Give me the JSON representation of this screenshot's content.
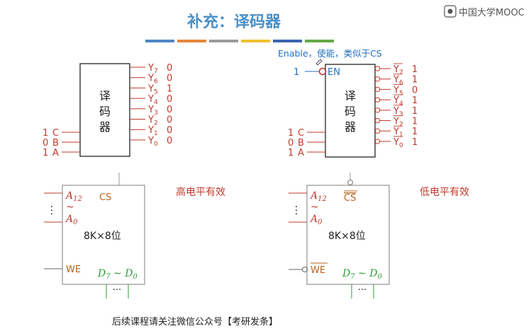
{
  "title": "补充：译码器",
  "watermark": "中国大学MOOC",
  "footer": "后续课程请关注微信公众号【考研发条】",
  "colors": {
    "title": "#4a90c8",
    "red": "#c0392b",
    "blue": "#1e6fc0",
    "green": "#2e9b3a",
    "brown": "#b5651d",
    "stripes": [
      "#4d86c6",
      "#e5873a",
      "#9a9a9a",
      "#f0c030",
      "#3b64b0",
      "#63a844"
    ]
  },
  "left_decoder": {
    "box_label": [
      "译",
      "码",
      "器"
    ],
    "inputs": [
      {
        "name": "C",
        "value": "1"
      },
      {
        "name": "B",
        "value": "0"
      },
      {
        "name": "A",
        "value": "1"
      }
    ],
    "outputs": [
      {
        "name": "Y",
        "sub": "7",
        "value": "0"
      },
      {
        "name": "Y",
        "sub": "6",
        "value": "0"
      },
      {
        "name": "Y",
        "sub": "5",
        "value": "1"
      },
      {
        "name": "Y",
        "sub": "4",
        "value": "0"
      },
      {
        "name": "Y",
        "sub": "3",
        "value": "0"
      },
      {
        "name": "Y",
        "sub": "2",
        "value": "0"
      },
      {
        "name": "Y",
        "sub": "1",
        "value": "0"
      },
      {
        "name": "Y",
        "sub": "0",
        "value": "0"
      }
    ]
  },
  "right_decoder": {
    "annotation": "Enable，使能，类似于CS",
    "enable_value": "1",
    "enable_label": "EN",
    "box_label": [
      "译",
      "码",
      "器"
    ],
    "inputs": [
      {
        "name": "C",
        "value": "1"
      },
      {
        "name": "B",
        "value": "0"
      },
      {
        "name": "A",
        "value": "1"
      }
    ],
    "outputs": [
      {
        "name": "Y",
        "sub": "7",
        "value": "1"
      },
      {
        "name": "Y",
        "sub": "6",
        "value": "1"
      },
      {
        "name": "Y",
        "sub": "5",
        "value": "0"
      },
      {
        "name": "Y",
        "sub": "4",
        "value": "1"
      },
      {
        "name": "Y",
        "sub": "3",
        "value": "1"
      },
      {
        "name": "Y",
        "sub": "2",
        "value": "1"
      },
      {
        "name": "Y",
        "sub": "1",
        "value": "1"
      },
      {
        "name": "Y",
        "sub": "0",
        "value": "1"
      }
    ]
  },
  "left_chip": {
    "addr_top": {
      "name": "A",
      "sub": "12"
    },
    "tilde": "~",
    "addr_bottom": {
      "name": "A",
      "sub": "0"
    },
    "cs": "CS",
    "size": "8K×8位",
    "we": "WE",
    "data": {
      "d7": "D",
      "d7sub": "7",
      "sep": " ~ ",
      "d0": "D",
      "d0sub": "0"
    },
    "dots": "···",
    "vdots": "⋮",
    "caption": "高电平有效"
  },
  "right_chip": {
    "addr_top": {
      "name": "A",
      "sub": "12"
    },
    "tilde": "~",
    "addr_bottom": {
      "name": "A",
      "sub": "0"
    },
    "cs": "CS",
    "size": "8K×8位",
    "we": "WE",
    "data": {
      "d7": "D",
      "d7sub": "7",
      "sep": " ~ ",
      "d0": "D",
      "d0sub": "0"
    },
    "dots": "···",
    "vdots": "⋮",
    "caption": "低电平有效"
  }
}
